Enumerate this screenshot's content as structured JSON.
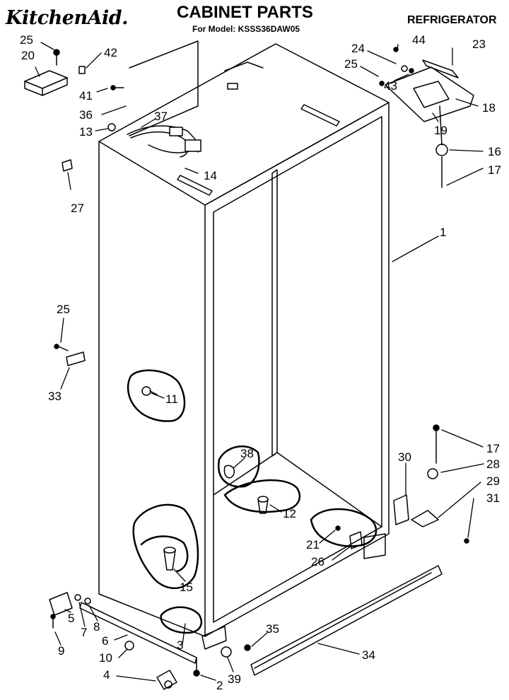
{
  "header": {
    "brand": "KitchenAid.",
    "title": "CABINET PARTS",
    "subtitle_prefix": "For Model: ",
    "model": "KSSS36DAW05",
    "category": "REFRIGERATOR"
  },
  "callouts": [
    "25",
    "20",
    "42",
    "41",
    "36",
    "13",
    "37",
    "14",
    "27",
    "25",
    "33",
    "11",
    "1",
    "24",
    "44",
    "23",
    "25",
    "43",
    "18",
    "19",
    "16",
    "17",
    "38",
    "12",
    "15",
    "30",
    "17",
    "28",
    "29",
    "31",
    "21",
    "26",
    "5",
    "7",
    "8",
    "9",
    "6",
    "3",
    "10",
    "35",
    "34",
    "4",
    "2",
    "39"
  ]
}
